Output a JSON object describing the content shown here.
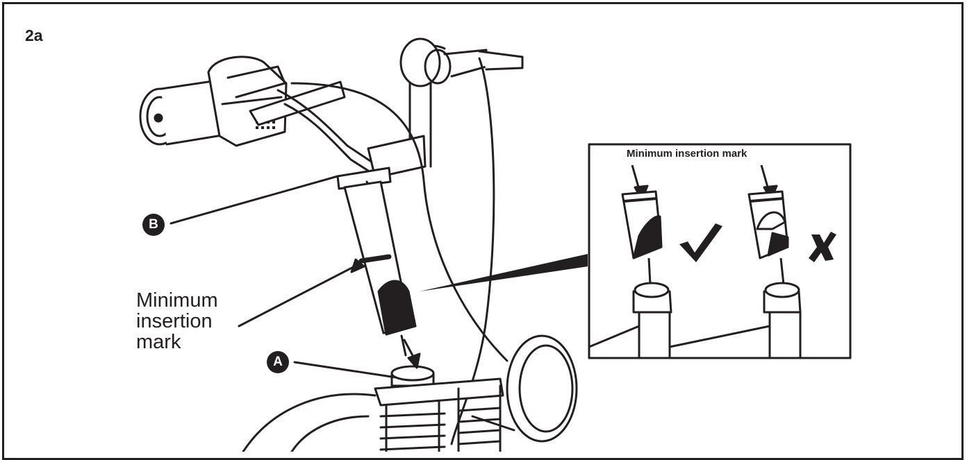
{
  "step": "2a",
  "callout_label": "Minimum\ninsertion\nmark",
  "inset": {
    "title": "Minimum insertion mark",
    "correct_icon": "check-icon",
    "incorrect_icon": "cross-icon"
  },
  "badges": {
    "a": "A",
    "b": "B"
  },
  "colors": {
    "ink": "#231f20",
    "paper": "#ffffff"
  }
}
